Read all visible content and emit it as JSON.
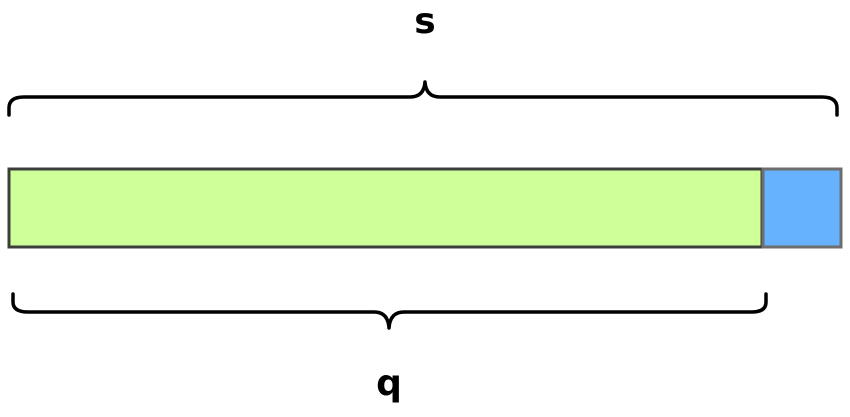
{
  "labels": {
    "top": "s",
    "bottom": "q"
  },
  "colors": {
    "green_fill": "#CFFF98",
    "blue_fill": "#66B2FF",
    "green_stroke": "#3A3F3A",
    "blue_stroke": "#6E6E6E",
    "brace": "#000000"
  },
  "segments": [
    {
      "name": "q-segment",
      "color": "#CFFF98"
    },
    {
      "name": "remainder-segment",
      "color": "#66B2FF"
    }
  ]
}
